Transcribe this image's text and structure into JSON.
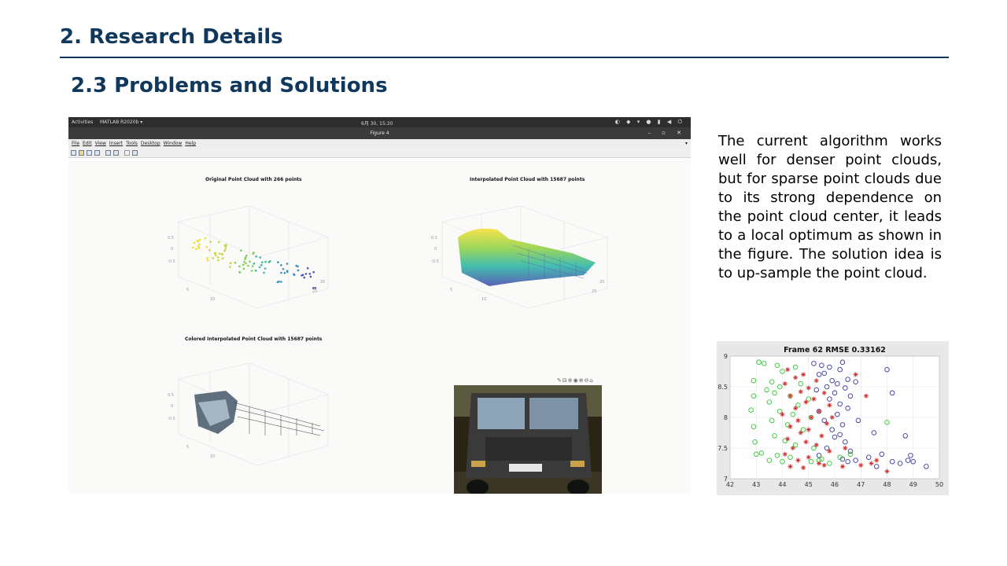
{
  "slide": {
    "title": "2. Research Details",
    "subtitle": "2.3  Problems and Solutions",
    "body": "The current algorithm works well for denser point clouds, but for sparse point clouds due to its strong dependence on the point cloud center, it leads to a local optimum as shown in the figure. The solution idea is to up-sample the point cloud."
  },
  "matlab_window": {
    "top_bar": {
      "activities": "Activities",
      "app": "MATLAB R2020b ▾",
      "clock": "6月 30, 15:20"
    },
    "figure_title": "Figure 4",
    "menus": [
      "File",
      "Edit",
      "View",
      "Insert",
      "Tools",
      "Desktop",
      "Window",
      "Help"
    ],
    "subplots": [
      {
        "title": "Original Point Cloud with 266 points"
      },
      {
        "title": "Interpolated Point Cloud with 15687 points"
      },
      {
        "title": "Colored Interpolated Point Cloud with 15687 points"
      }
    ]
  },
  "chart_data": {
    "type": "scatter",
    "title": "Frame 62 RMSE 0.33162",
    "xlim": [
      42,
      50
    ],
    "ylim": [
      7,
      9
    ],
    "x_ticks": [
      42,
      43,
      44,
      45,
      46,
      47,
      48,
      49,
      50
    ],
    "y_ticks": [
      7,
      7.5,
      8,
      8.5,
      9
    ],
    "grid": true,
    "series": [
      {
        "marker": "circle",
        "color": "#3a3aa0",
        "points": [
          [
            45.2,
            8.88
          ],
          [
            45.5,
            8.85
          ],
          [
            45.8,
            8.82
          ],
          [
            46.3,
            8.9
          ],
          [
            46.2,
            8.78
          ],
          [
            45.6,
            8.72
          ],
          [
            45.4,
            8.7
          ],
          [
            45.9,
            8.6
          ],
          [
            46.5,
            8.62
          ],
          [
            46.8,
            8.58
          ],
          [
            46.1,
            8.55
          ],
          [
            45.7,
            8.5
          ],
          [
            46.4,
            8.48
          ],
          [
            45.3,
            8.45
          ],
          [
            46.0,
            8.4
          ],
          [
            46.6,
            8.35
          ],
          [
            45.8,
            8.3
          ],
          [
            46.2,
            8.22
          ],
          [
            46.5,
            8.15
          ],
          [
            45.4,
            8.1
          ],
          [
            46.1,
            8.05
          ],
          [
            46.9,
            7.95
          ],
          [
            45.6,
            7.95
          ],
          [
            46.3,
            7.88
          ],
          [
            45.9,
            7.8
          ],
          [
            46.2,
            7.72
          ],
          [
            46.0,
            7.68
          ],
          [
            47.5,
            7.75
          ],
          [
            46.4,
            7.6
          ],
          [
            45.7,
            7.5
          ],
          [
            46.6,
            7.45
          ],
          [
            45.4,
            7.38
          ],
          [
            46.3,
            7.32
          ],
          [
            46.8,
            7.3
          ],
          [
            47.3,
            7.35
          ],
          [
            47.8,
            7.4
          ],
          [
            48.2,
            7.28
          ],
          [
            48.5,
            7.25
          ],
          [
            48.8,
            7.3
          ],
          [
            49.0,
            7.28
          ],
          [
            49.5,
            7.2
          ],
          [
            48.0,
            8.78
          ],
          [
            48.2,
            8.4
          ],
          [
            48.7,
            7.7
          ],
          [
            48.9,
            7.38
          ],
          [
            47.6,
            7.2
          ],
          [
            46.5,
            7.28
          ]
        ]
      },
      {
        "marker": "circle",
        "color": "#33c733",
        "points": [
          [
            43.1,
            8.9
          ],
          [
            43.3,
            8.88
          ],
          [
            43.8,
            8.85
          ],
          [
            44.5,
            8.82
          ],
          [
            44.0,
            8.75
          ],
          [
            42.9,
            8.6
          ],
          [
            43.6,
            8.58
          ],
          [
            43.9,
            8.5
          ],
          [
            44.7,
            8.55
          ],
          [
            43.4,
            8.45
          ],
          [
            43.7,
            8.4
          ],
          [
            42.9,
            8.35
          ],
          [
            44.3,
            8.35
          ],
          [
            45.0,
            8.3
          ],
          [
            43.5,
            8.25
          ],
          [
            44.6,
            8.2
          ],
          [
            42.8,
            8.12
          ],
          [
            43.9,
            8.1
          ],
          [
            44.4,
            8.05
          ],
          [
            45.1,
            8.0
          ],
          [
            43.6,
            7.95
          ],
          [
            42.9,
            7.85
          ],
          [
            44.2,
            7.88
          ],
          [
            44.8,
            7.8
          ],
          [
            43.7,
            7.7
          ],
          [
            42.95,
            7.6
          ],
          [
            44.1,
            7.62
          ],
          [
            44.5,
            7.55
          ],
          [
            45.2,
            7.5
          ],
          [
            43.2,
            7.42
          ],
          [
            43.8,
            7.38
          ],
          [
            44.3,
            7.35
          ],
          [
            45.5,
            7.32
          ],
          [
            46.2,
            7.35
          ],
          [
            43.5,
            7.3
          ],
          [
            44.0,
            7.28
          ],
          [
            45.1,
            7.28
          ],
          [
            45.8,
            7.25
          ],
          [
            46.6,
            7.4
          ],
          [
            48.0,
            7.92
          ],
          [
            43.0,
            7.4
          ],
          [
            45.4,
            7.3
          ]
        ]
      },
      {
        "marker": "asterisk",
        "color": "#d03030",
        "points": [
          [
            44.2,
            8.78
          ],
          [
            44.8,
            8.7
          ],
          [
            44.5,
            8.65
          ],
          [
            45.3,
            8.6
          ],
          [
            44.1,
            8.55
          ],
          [
            45.0,
            8.48
          ],
          [
            44.7,
            8.42
          ],
          [
            45.6,
            8.4
          ],
          [
            44.3,
            8.35
          ],
          [
            45.2,
            8.3
          ],
          [
            44.9,
            8.25
          ],
          [
            45.8,
            8.2
          ],
          [
            44.5,
            8.15
          ],
          [
            45.4,
            8.1
          ],
          [
            44.0,
            8.05
          ],
          [
            45.1,
            8.0
          ],
          [
            44.6,
            7.95
          ],
          [
            45.7,
            7.9
          ],
          [
            44.3,
            7.85
          ],
          [
            45.0,
            7.8
          ],
          [
            44.7,
            7.75
          ],
          [
            45.5,
            7.7
          ],
          [
            44.2,
            7.65
          ],
          [
            44.9,
            7.6
          ],
          [
            45.3,
            7.55
          ],
          [
            44.4,
            7.5
          ],
          [
            45.8,
            7.45
          ],
          [
            44.1,
            7.4
          ],
          [
            45.0,
            7.35
          ],
          [
            44.6,
            7.3
          ],
          [
            45.4,
            7.25
          ],
          [
            44.3,
            7.2
          ],
          [
            44.8,
            7.18
          ],
          [
            45.6,
            7.22
          ],
          [
            46.3,
            7.2
          ],
          [
            47.0,
            7.22
          ],
          [
            47.4,
            7.25
          ],
          [
            48.0,
            7.12
          ],
          [
            46.8,
            8.7
          ],
          [
            47.2,
            8.35
          ],
          [
            45.9,
            8.0
          ],
          [
            46.4,
            7.5
          ],
          [
            47.6,
            7.3
          ]
        ]
      }
    ]
  }
}
